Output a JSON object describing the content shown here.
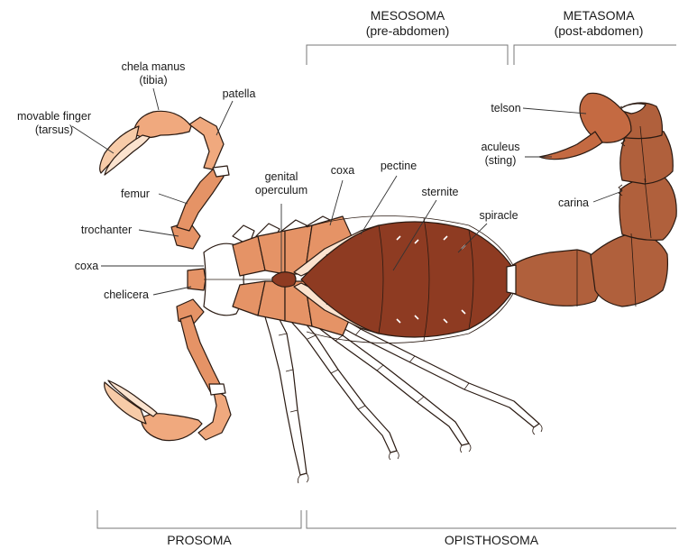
{
  "colors": {
    "dark_brown": "#8e3b22",
    "mid_brown": "#b0603c",
    "rust": "#c46a42",
    "orange": "#e59366",
    "light_orange": "#f0a97e",
    "pale_orange": "#f7cba8",
    "cream": "#fbe3cf",
    "leg_white": "#ffffff"
  },
  "regions": {
    "mesosoma": {
      "line1": "MESOSOMA",
      "line2": "(pre-abdomen)"
    },
    "metasoma": {
      "line1": "METASOMA",
      "line2": "(post-abdomen)"
    },
    "prosoma": "PROSOMA",
    "opisthosoma": "OPISTHOSOMA"
  },
  "labels": {
    "chela_manus": {
      "line1": "chela manus",
      "line2": "(tibia)"
    },
    "movable_finger": {
      "line1": "movable finger",
      "line2": "(tarsus)"
    },
    "patella": "patella",
    "femur": "femur",
    "trochanter": "trochanter",
    "coxa_left": "coxa",
    "chelicera": "chelicera",
    "genital_operculum": {
      "line1": "genital",
      "line2": "operculum"
    },
    "coxa_top": "coxa",
    "pectine": "pectine",
    "sternite": "sternite",
    "spiracle": "spiracle",
    "telson": "telson",
    "aculeus": {
      "line1": "aculeus",
      "line2": "(sting)"
    },
    "carina": "carina"
  }
}
